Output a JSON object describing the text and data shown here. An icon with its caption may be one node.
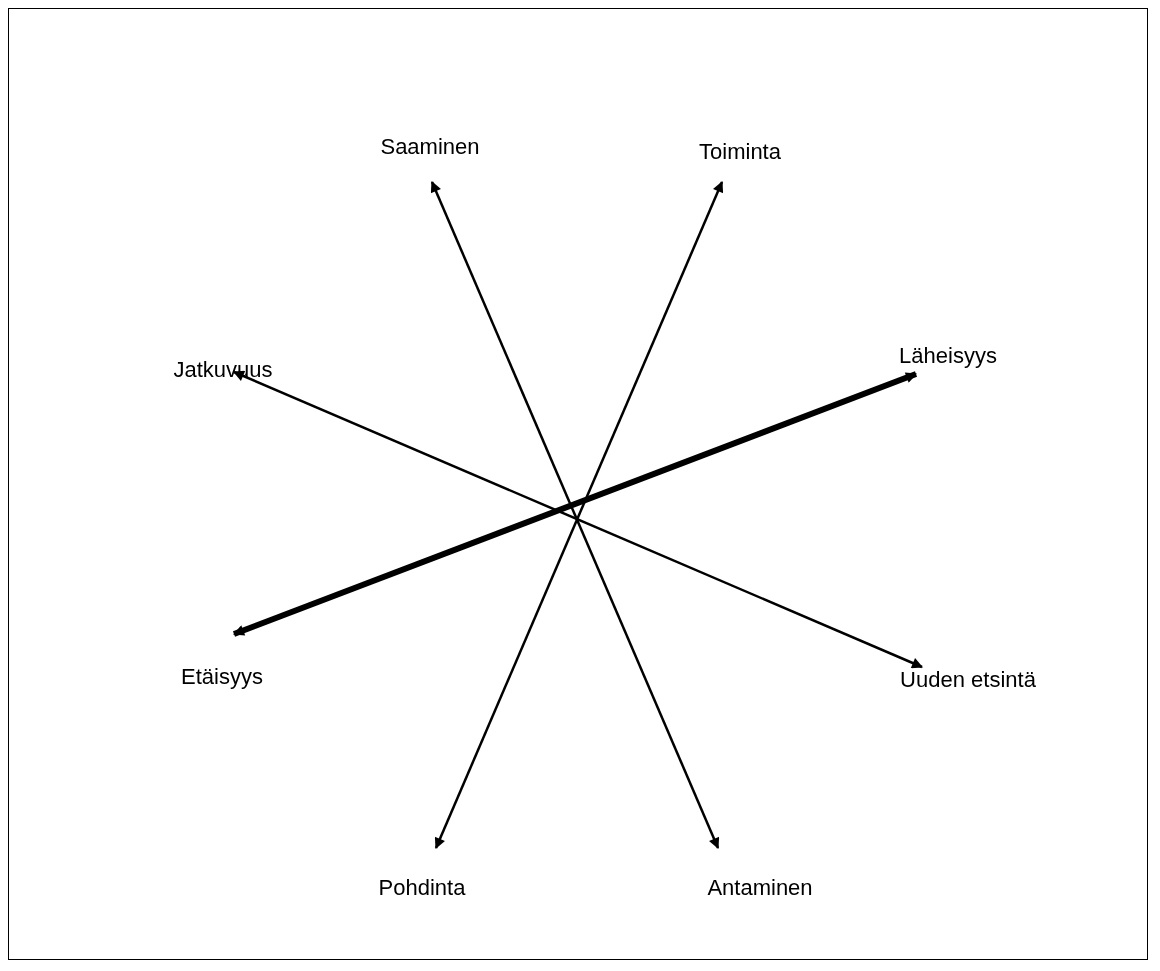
{
  "diagram": {
    "nodes": [
      {
        "text": [
          "Saaminen"
        ]
      },
      {
        "text": [
          "Toiminta"
        ]
      },
      {
        "text": [
          "Jatkuvuus"
        ]
      },
      {
        "text": [
          "Läheisyys"
        ]
      },
      {
        "text": [
          "Etäisyys"
        ]
      },
      {
        "text": [
          "Uuden etsintä"
        ]
      },
      {
        "text": [
          "Pohdinta"
        ]
      },
      {
        "text": [
          "Antaminen"
        ]
      }
    ],
    "edges": [
      {
        "from": 0,
        "to": 7,
        "arrow": "both"
      },
      {
        "from": 1,
        "to": 6,
        "arrow": "both"
      },
      {
        "from": 3,
        "to": 4,
        "arrow": "both",
        "style": "thick"
      },
      {
        "from": 2,
        "to": 5,
        "arrow": "both"
      }
    ]
  }
}
